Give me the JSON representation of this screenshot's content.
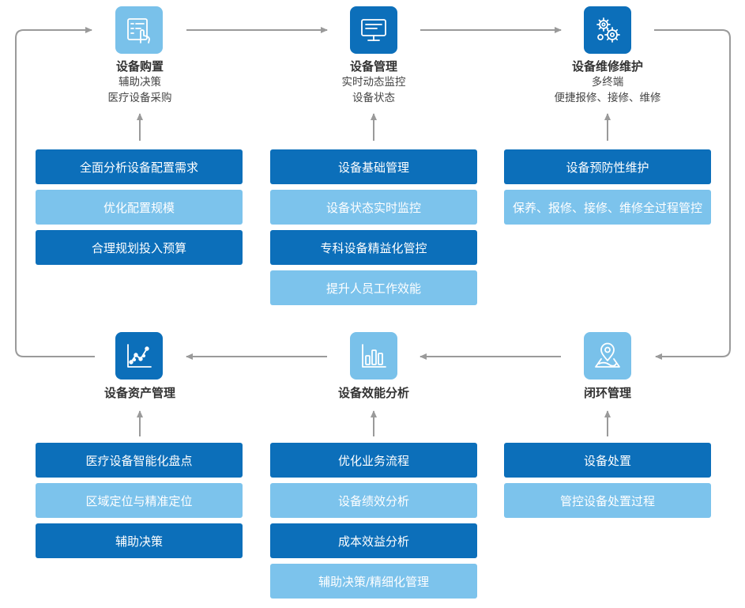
{
  "nodes": [
    {
      "id": "purchase",
      "icon": "touch-document-icon",
      "title": "设备购置",
      "sub": [
        "辅助决策",
        "医疗设备采购"
      ],
      "boxes": [
        {
          "text": "全面分析设备配置需求",
          "tone": "dark"
        },
        {
          "text": "优化配置规模",
          "tone": "light"
        },
        {
          "text": "合理规划投入预算",
          "tone": "dark"
        }
      ]
    },
    {
      "id": "manage",
      "icon": "monitor-icon",
      "title": "设备管理",
      "sub": [
        "实时动态监控",
        "设备状态"
      ],
      "boxes": [
        {
          "text": "设备基础管理",
          "tone": "dark"
        },
        {
          "text": "设备状态实时监控",
          "tone": "light"
        },
        {
          "text": "专科设备精益化管控",
          "tone": "dark"
        },
        {
          "text": "提升人员工作效能",
          "tone": "light"
        }
      ]
    },
    {
      "id": "maintain",
      "icon": "gears-icon",
      "title": "设备维修维护",
      "sub": [
        "多终端",
        "便捷报修、接修、维修"
      ],
      "boxes": [
        {
          "text": "设备预防性维护",
          "tone": "dark"
        },
        {
          "text": "保养、报修、接修、维修全过程管控",
          "tone": "light"
        }
      ]
    },
    {
      "id": "asset",
      "icon": "line-chart-icon",
      "title": "设备资产管理",
      "sub": [],
      "boxes": [
        {
          "text": "医疗设备智能化盘点",
          "tone": "dark"
        },
        {
          "text": "区域定位与精准定位",
          "tone": "light"
        },
        {
          "text": "辅助决策",
          "tone": "dark"
        }
      ]
    },
    {
      "id": "efficiency",
      "icon": "bar-chart-icon",
      "title": "设备效能分析",
      "sub": [],
      "boxes": [
        {
          "text": "优化业务流程",
          "tone": "dark"
        },
        {
          "text": "设备绩效分析",
          "tone": "light"
        },
        {
          "text": "成本效益分析",
          "tone": "dark"
        },
        {
          "text": "辅助决策/精细化管理",
          "tone": "light"
        }
      ]
    },
    {
      "id": "closed",
      "icon": "map-pin-icon",
      "title": "闭环管理",
      "sub": [],
      "boxes": [
        {
          "text": "设备处置",
          "tone": "dark"
        },
        {
          "text": "管控设备处置过程",
          "tone": "light"
        }
      ]
    }
  ]
}
